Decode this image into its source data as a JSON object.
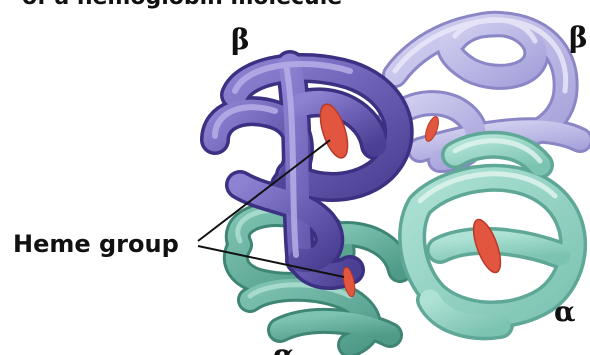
{
  "top_text_partial": "of a hemoglobin molecule",
  "subunit_labels": {
    "beta_left": "β",
    "beta_right": "β",
    "alpha_right": "α",
    "alpha_bottom": "α"
  },
  "callout_label": "Heme group",
  "colors": {
    "beta_front": "#6b5fb5",
    "beta_back": "#b6b3e3",
    "alpha_front": "#8ccfbf",
    "alpha_back": "#5fa897",
    "heme": "#e2553f",
    "text": "#111111"
  },
  "icons": [
    "beta-subunit-ribbon",
    "alpha-subunit-ribbon",
    "heme-disc"
  ]
}
